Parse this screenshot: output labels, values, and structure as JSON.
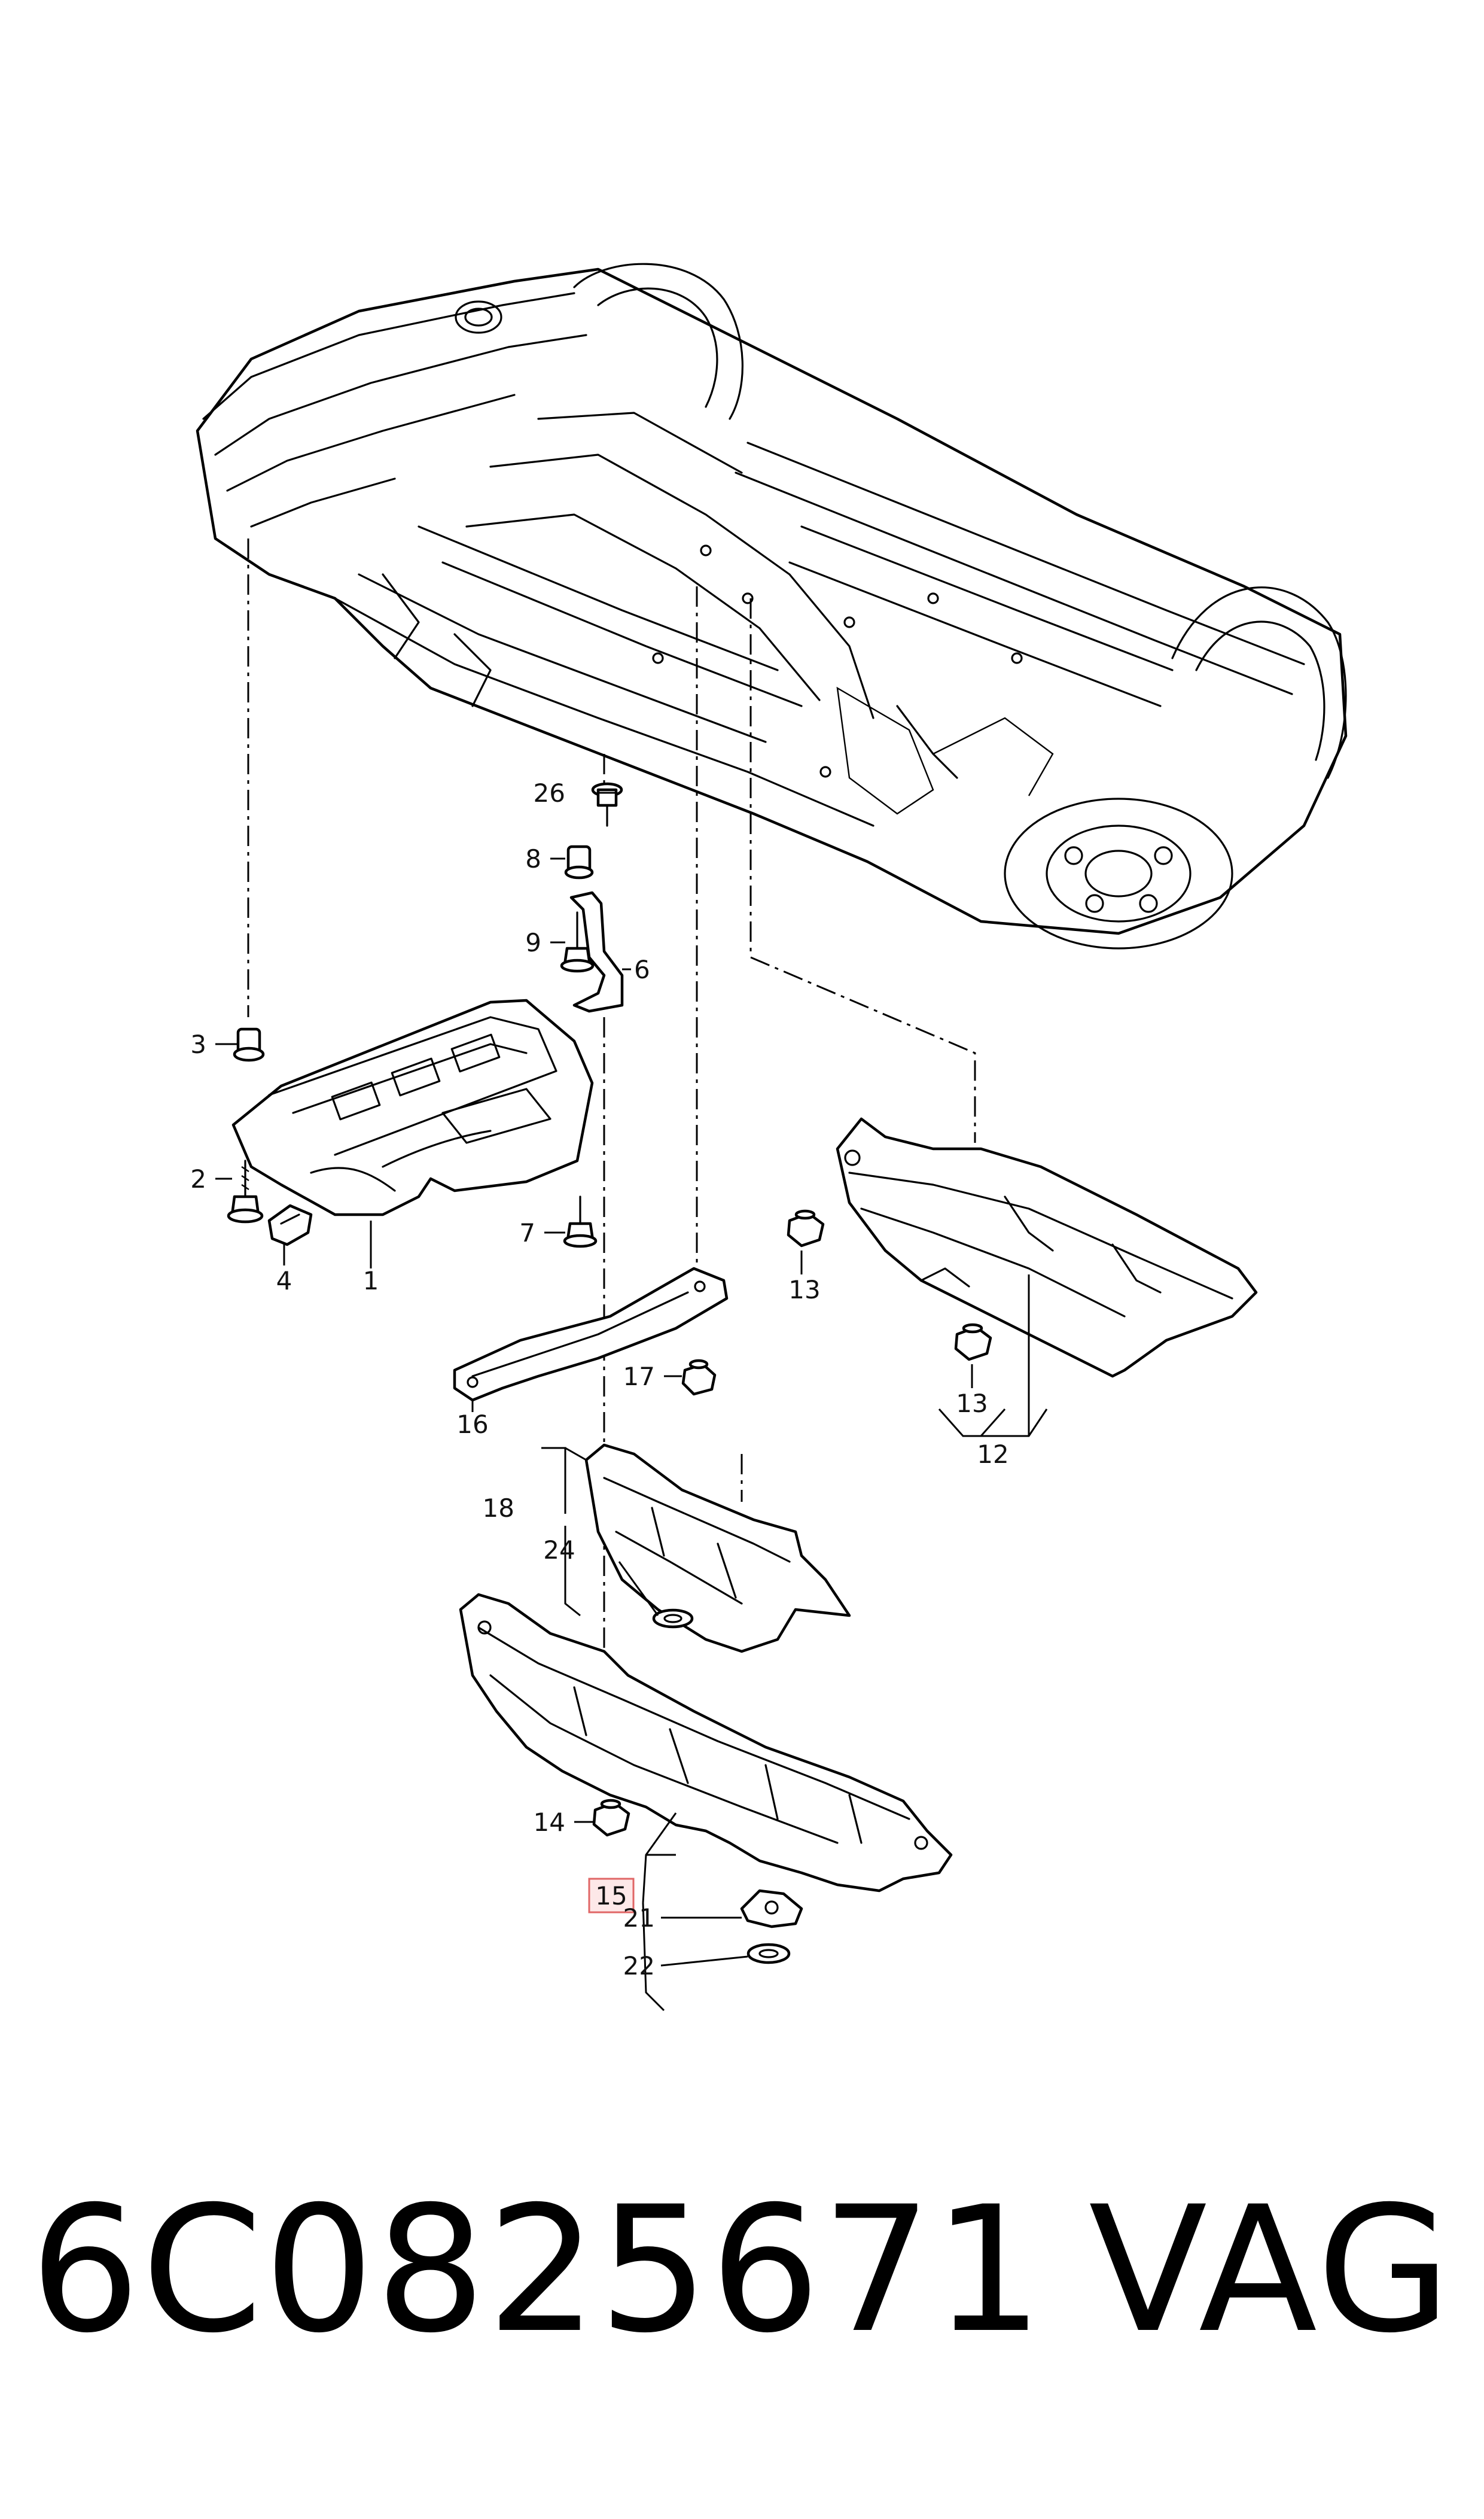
{
  "callouts": {
    "c1": "1",
    "c2": "2",
    "c3": "3",
    "c4": "4",
    "c6": "6",
    "c7": "7",
    "c8": "8",
    "c9": "9",
    "c12": "12",
    "c13a": "13",
    "c13b": "13",
    "c14": "14",
    "c15": "15",
    "c16": "16",
    "c17": "17",
    "c18": "18",
    "c21": "21",
    "c22": "22",
    "c24": "24",
    "c26": "26"
  },
  "highlighted_callout": "15",
  "footer": {
    "part_number": "6C0825671",
    "brand": "VAG"
  },
  "colors": {
    "line": "#000000",
    "highlight_fill": "#fde8e8",
    "highlight_border": "#e06666"
  }
}
